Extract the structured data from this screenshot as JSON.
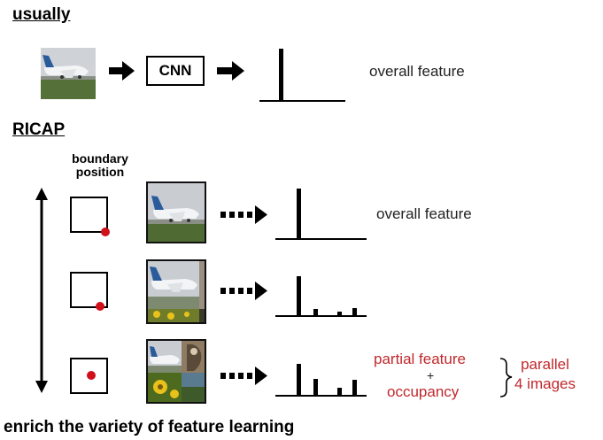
{
  "usually": {
    "title": "usually",
    "cnn_label": "CNN",
    "result_label": "overall feature"
  },
  "ricap": {
    "title": "RICAP",
    "boundary_heading": "boundary\nposition",
    "rows": [
      {
        "result_label": "overall feature"
      },
      {
        "result_label": ""
      },
      {
        "result_label_top": "partial feature",
        "plus": "+",
        "result_label_bottom": "occupancy",
        "brace_label": "parallel\n4 images"
      }
    ]
  },
  "footer": "enrich the variety of feature learning",
  "colors": {
    "accent_red": "#c0282d",
    "boundary_dot": "#d0101a",
    "sky": "#c9cdd2",
    "grass": "#4f6a33"
  }
}
